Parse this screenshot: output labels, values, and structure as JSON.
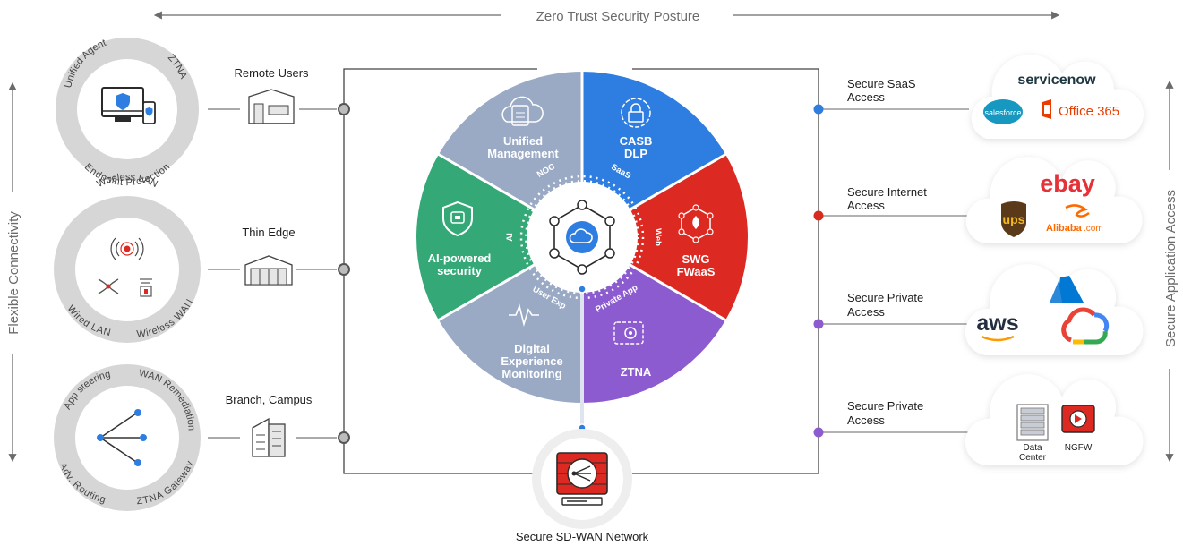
{
  "top": {
    "title": "Zero Trust Security Posture"
  },
  "left_axis": {
    "label": "Flexible Connectivity"
  },
  "right_axis": {
    "label": "Secure Application Access"
  },
  "left_circles": [
    {
      "labels": [
        "Unified Agent",
        "ZTNA",
        "Endpoint Protection"
      ]
    },
    {
      "labels": [
        "Wireless LAN",
        "Wired LAN",
        "Wireless WAN"
      ]
    },
    {
      "labels": [
        "App steering",
        "WAN Remediation",
        "Adv. Routing",
        "ZTNA Gateway"
      ]
    }
  ],
  "connections": {
    "remote_users": "Remote Users",
    "thin_edge": "Thin Edge",
    "branch_campus": "Branch, Campus"
  },
  "wheel": {
    "segments": {
      "unified_management": [
        "Unified",
        "Management"
      ],
      "casb_dlp": [
        "CASB",
        "DLP"
      ],
      "swg_fwaas": [
        "SWG",
        "FWaaS"
      ],
      "ztna": [
        "ZTNA"
      ],
      "digital_experience": [
        "Digital",
        "Experience",
        "Monitoring"
      ],
      "ai_security": [
        "AI-powered",
        "security"
      ]
    },
    "ring_labels": {
      "noc": "NOC",
      "saas": "SaaS",
      "web": "Web",
      "private_app": "Private App",
      "user_exp": "User Exp",
      "ai": "AI"
    },
    "colors": {
      "unified_management": "#9aaac5",
      "casb_dlp": "#2e7de1",
      "swg_fwaas": "#dc2a22",
      "ztna": "#8c5bcf",
      "digital_experience": "#9aaac5",
      "ai_security": "#34a877"
    }
  },
  "bottom": {
    "label": "Secure SD-WAN Network"
  },
  "right_access": [
    {
      "line1": "Secure SaaS",
      "line2": "Access",
      "color": "#2e7de1"
    },
    {
      "line1": "Secure Internet",
      "line2": "Access",
      "color": "#d92a1f"
    },
    {
      "line1": "Secure Private",
      "line2": "Access",
      "color": "#8c5bcf"
    },
    {
      "line1": "Secure Private",
      "line2": "Access",
      "color": "#8c5bcf"
    }
  ],
  "clouds": {
    "saas": {
      "servicenow": "servicenow",
      "salesforce": "salesforce",
      "office": "Office 365"
    },
    "internet": {
      "ebay": "ebay",
      "ups": "ups",
      "alibaba": "Alibaba",
      "alibaba_com": ".com"
    },
    "private": {
      "aws": "aws"
    },
    "dc": {
      "data_center": [
        "Data",
        "Center"
      ],
      "ngfw": "NGFW"
    }
  }
}
